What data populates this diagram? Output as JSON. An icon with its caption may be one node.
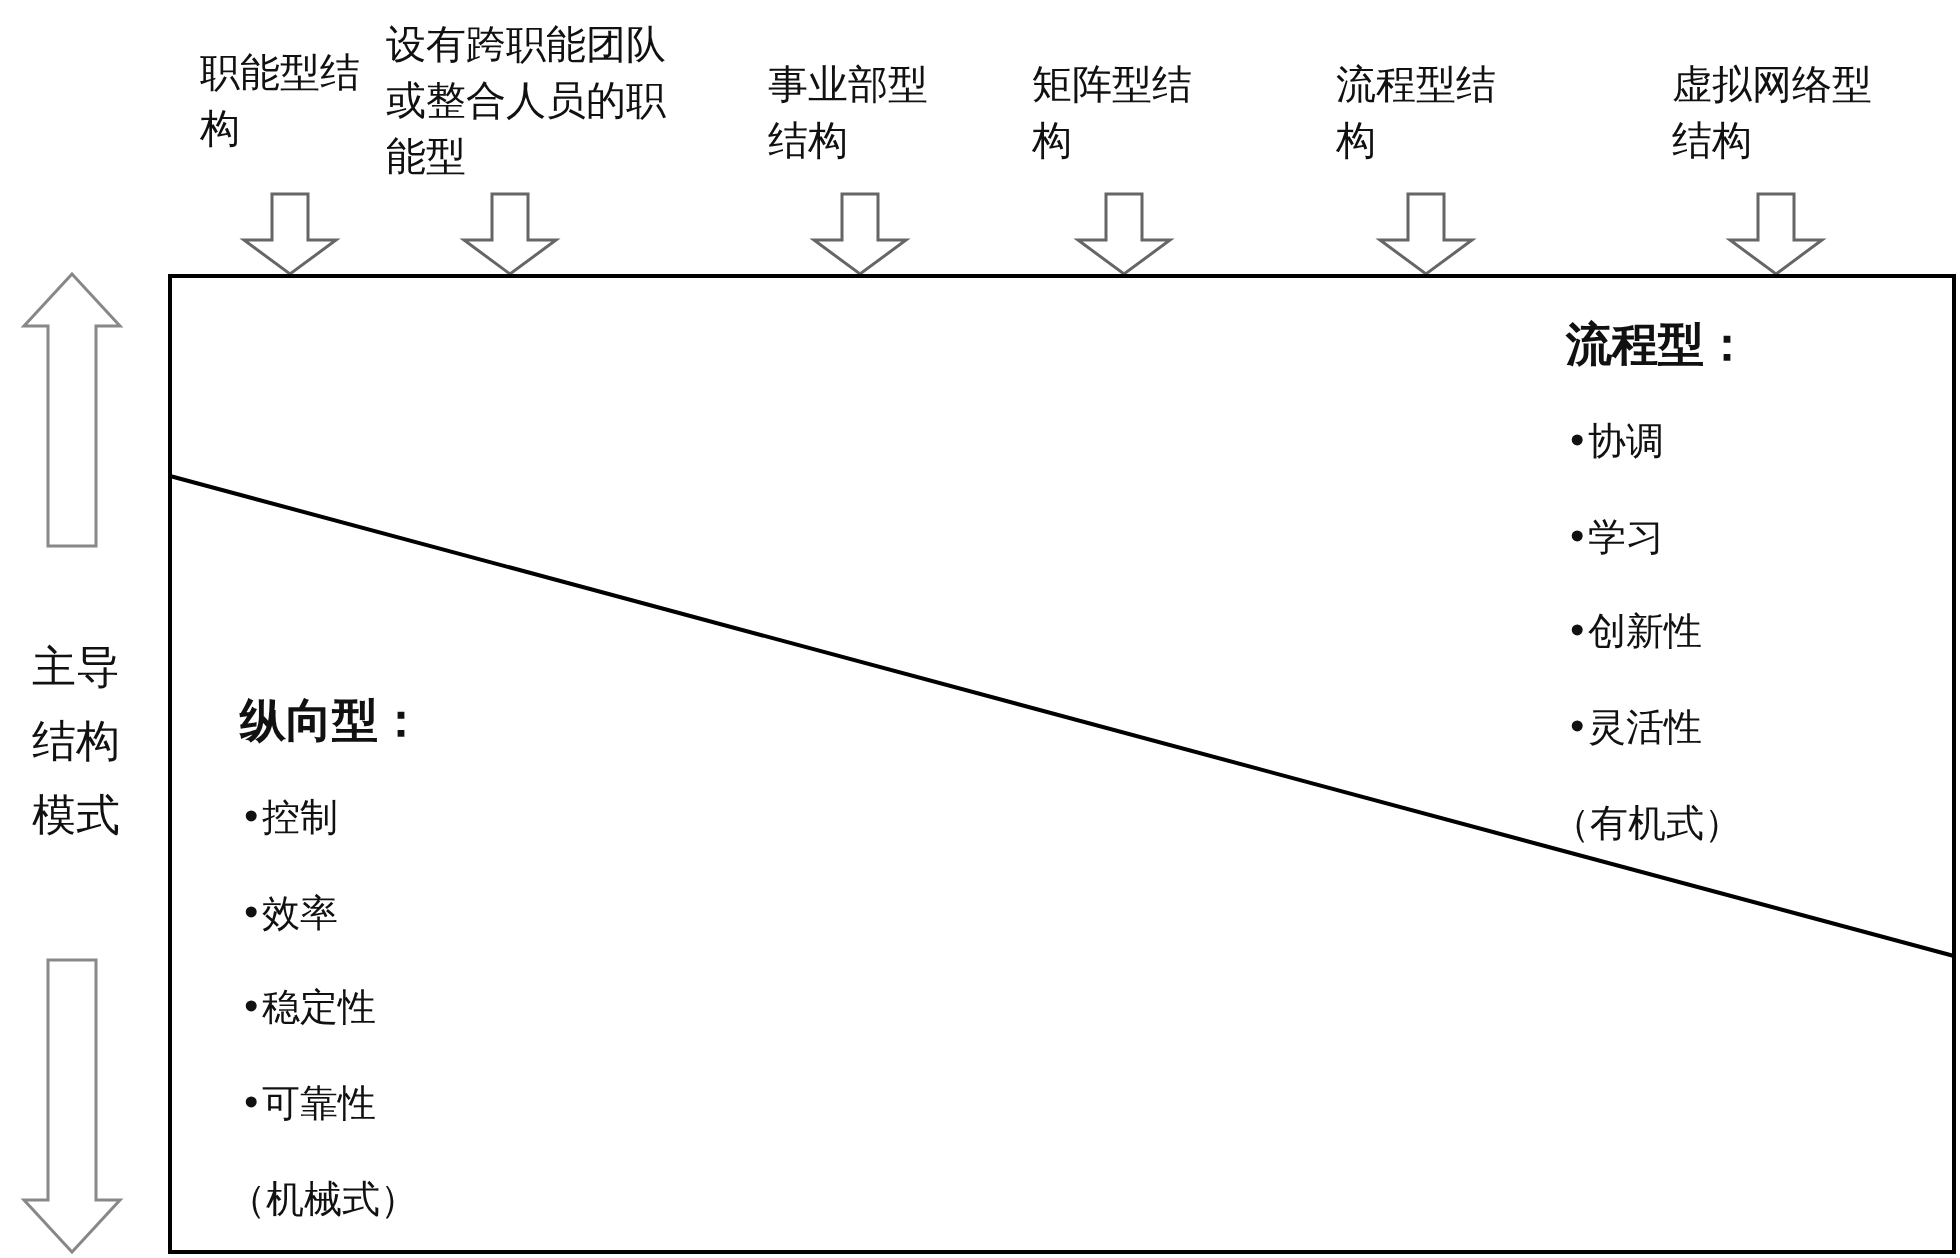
{
  "diagram": {
    "nodes": [
      {
        "text": [
          "职能型结构"
        ]
      },
      {
        "text": [
          "设有跨职能团队或整合人员的职能型"
        ]
      },
      {
        "text": [
          "事业部型结构"
        ]
      },
      {
        "text": [
          "矩阵型结构"
        ]
      },
      {
        "text": [
          "流程型结构"
        ]
      },
      {
        "text": [
          "虚拟网络型结构"
        ]
      },
      {
        "text": [
          "流程型：",
          "•协调",
          "•学习",
          "•创新性",
          "•灵活性",
          "（有机式）",
          "纵向型：",
          "•控制",
          "•效率",
          "•稳定性",
          "•可靠性",
          "（机械式）"
        ]
      }
    ],
    "edges": [
      {
        "from": 0,
        "to": 6,
        "arrow": "to"
      },
      {
        "from": 1,
        "to": 6,
        "arrow": "to"
      },
      {
        "from": 2,
        "to": 6,
        "arrow": "to"
      },
      {
        "from": 3,
        "to": 6,
        "arrow": "to"
      },
      {
        "from": 4,
        "to": 6,
        "arrow": "to"
      },
      {
        "from": 5,
        "to": 6,
        "arrow": "to"
      }
    ],
    "labels": [
      "主导结构模式"
    ]
  }
}
